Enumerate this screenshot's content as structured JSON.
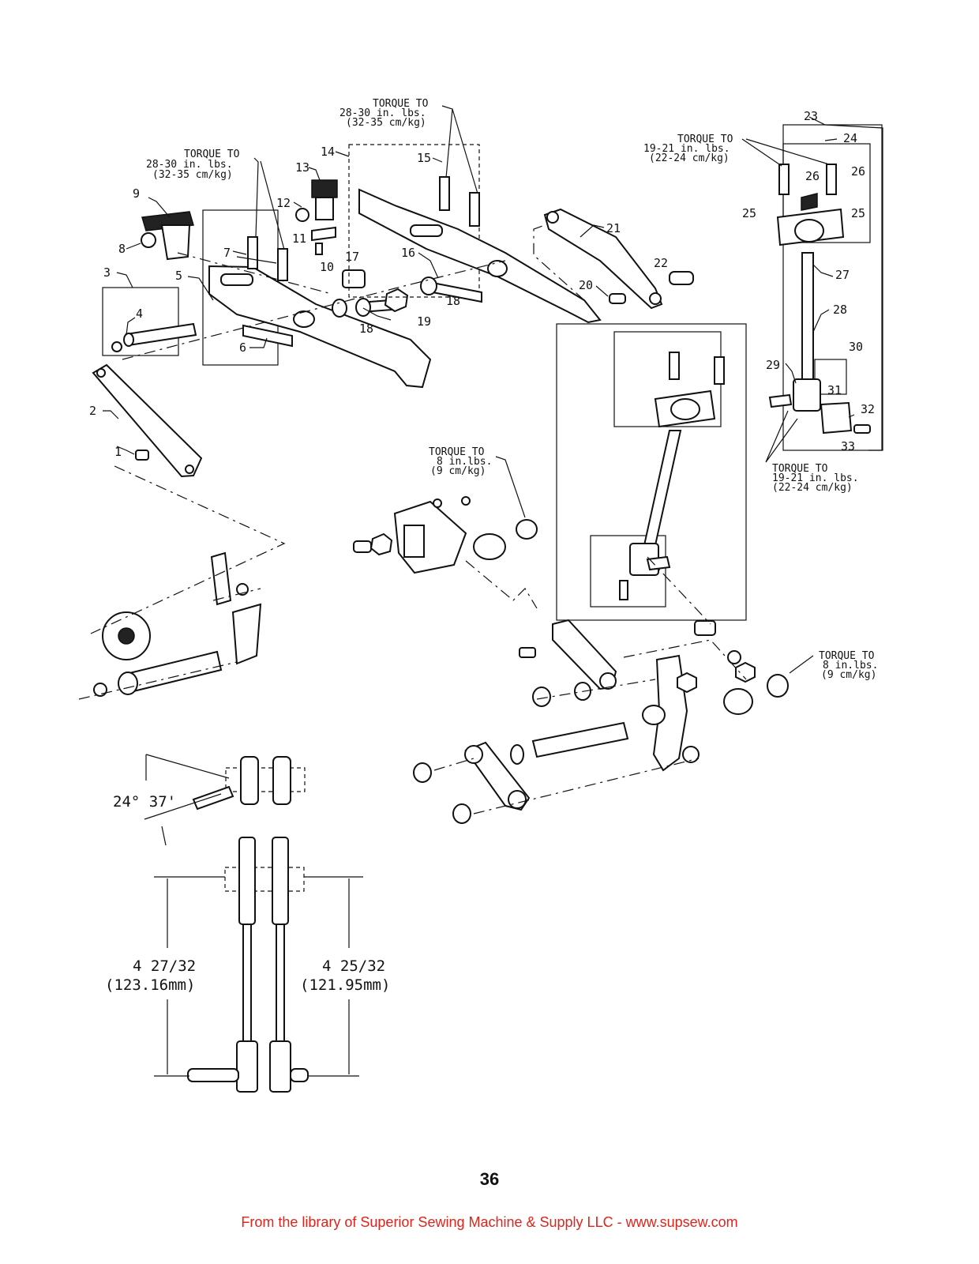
{
  "labels": {
    "p1": "1",
    "p2": "2",
    "p3": "3",
    "p4": "4",
    "p5": "5",
    "p6": "6",
    "p7": "7",
    "p8": "8",
    "p9": "9",
    "p10": "10",
    "p11": "11",
    "p12": "12",
    "p13": "13",
    "p14": "14",
    "p15": "15",
    "p16": "16",
    "p17": "17",
    "p18a": "18",
    "p18b": "18",
    "p19": "19",
    "p20": "20",
    "p21": "21",
    "p22": "22",
    "p23": "23",
    "p24": "24",
    "p25a": "25",
    "p25b": "25",
    "p26a": "26",
    "p26b": "26",
    "p27": "27",
    "p28": "28",
    "p29": "29",
    "p30": "30",
    "p31": "31",
    "p32": "32",
    "p33": "33"
  },
  "torque_notes": {
    "left": [
      "TORQUE TO",
      "28-30 in. lbs.",
      "(32-35 cm/kg)"
    ],
    "top": [
      "TORQUE TO",
      "28-30 in. lbs.",
      "(32-35 cm/kg)"
    ],
    "right": [
      "TORQUE TO",
      "19-21 in. lbs.",
      "(22-24 cm/kg)"
    ],
    "right_lower": [
      "TORQUE TO",
      "19-21 in. lbs.",
      "(22-24 cm/kg)"
    ],
    "middle": [
      "TORQUE TO",
      "8 in.lbs.",
      "(9 cm/kg)"
    ],
    "bottom_right": [
      "TORQUE TO",
      "8 in.lbs.",
      "(9 cm/kg)"
    ]
  },
  "dimensions": {
    "angle": "24° 37'",
    "left_fraction": "4 27/32",
    "left_mm": "(123.16mm)",
    "right_fraction": "4 25/32",
    "right_mm": "(121.95mm)"
  },
  "page_number": "36",
  "footer": "From the library of Superior Sewing Machine & Supply LLC - www.supsew.com"
}
